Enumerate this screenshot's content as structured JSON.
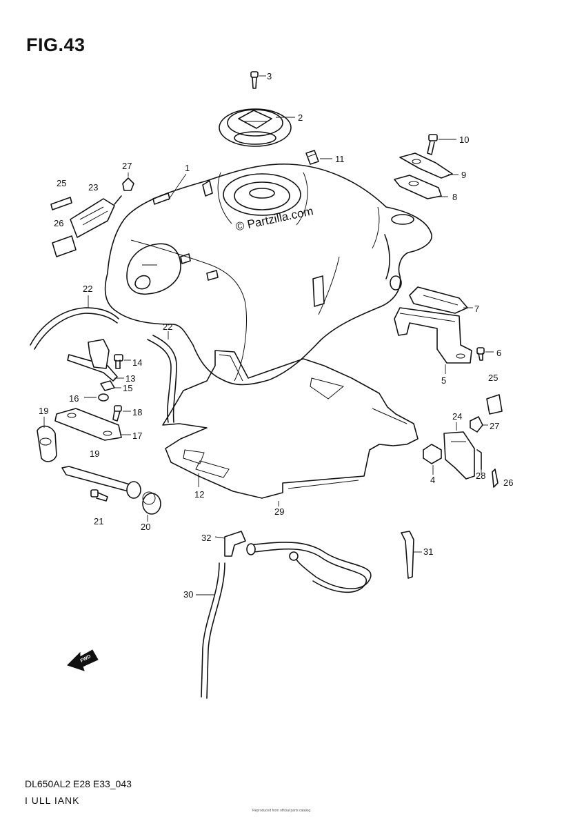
{
  "figure": {
    "title": "FIG.43",
    "watermark": "© Partzilla.com",
    "diagram_code": "DL650AL2 E28 E33_043",
    "diagram_name": "I ULL IANK",
    "fine_print": "Reproduced from official parts catalog"
  },
  "callouts": {
    "c1": "1",
    "c2": "2",
    "c3": "3",
    "c4": "4",
    "c5": "5",
    "c6": "6",
    "c7": "7",
    "c8": "8",
    "c9": "9",
    "c10": "10",
    "c11": "11",
    "c12": "12",
    "c13": "13",
    "c14": "14",
    "c15": "15",
    "c16": "16",
    "c17": "17",
    "c18": "18",
    "c19a": "19",
    "c19b": "19",
    "c20": "20",
    "c21": "21",
    "c22a": "22",
    "c22b": "22",
    "c23": "23",
    "c24": "24",
    "c25a": "25",
    "c25b": "25",
    "c26a": "26",
    "c26b": "26",
    "c27a": "27",
    "c27b": "27",
    "c28": "28",
    "c29": "29",
    "c30": "30",
    "c31": "31",
    "c32": "32"
  },
  "direction_arrow": {
    "label": "FWD",
    "icon": "forward-arrow-icon"
  }
}
